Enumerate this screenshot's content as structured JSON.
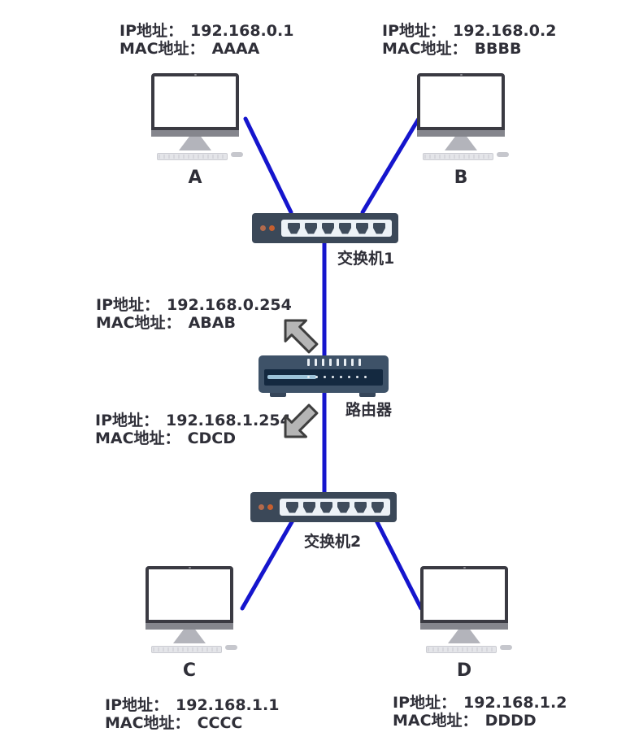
{
  "labels": {
    "ip_prefix": "IP地址：",
    "mac_prefix": "MAC地址："
  },
  "hosts": [
    {
      "name": "A",
      "ip": "192.168.0.1",
      "mac": "AAAA"
    },
    {
      "name": "B",
      "ip": "192.168.0.2",
      "mac": "BBBB"
    },
    {
      "name": "C",
      "ip": "192.168.1.1",
      "mac": "CCCC"
    },
    {
      "name": "D",
      "ip": "192.168.1.2",
      "mac": "DDDD"
    }
  ],
  "switches": [
    {
      "name": "交换机1"
    },
    {
      "name": "交换机2"
    }
  ],
  "router": {
    "name": "路由器",
    "interfaces": [
      {
        "ip": "192.168.0.254",
        "mac": "ABAB",
        "arrow": "up-left"
      },
      {
        "ip": "192.168.1.254",
        "mac": "CDCD",
        "arrow": "down-left"
      }
    ]
  },
  "palette": {
    "link_blue": "#1515cd",
    "text_dark": "#2f2f38",
    "switch_body": "#3b4858",
    "switch_panel": "#edf2f7",
    "port_dark": "#3f4c5c",
    "led_orange_1": "#b36a4c",
    "led_orange_2": "#c75f2f",
    "router_body": "#3e5268",
    "router_panel": "#142940",
    "router_bar": "#9cc2d8",
    "arrow_fill": "#b5b5b5",
    "arrow_stroke": "#3e3e3e",
    "monitor_frame": "#3a3a42",
    "stand_gray": "#b3b4bb"
  }
}
